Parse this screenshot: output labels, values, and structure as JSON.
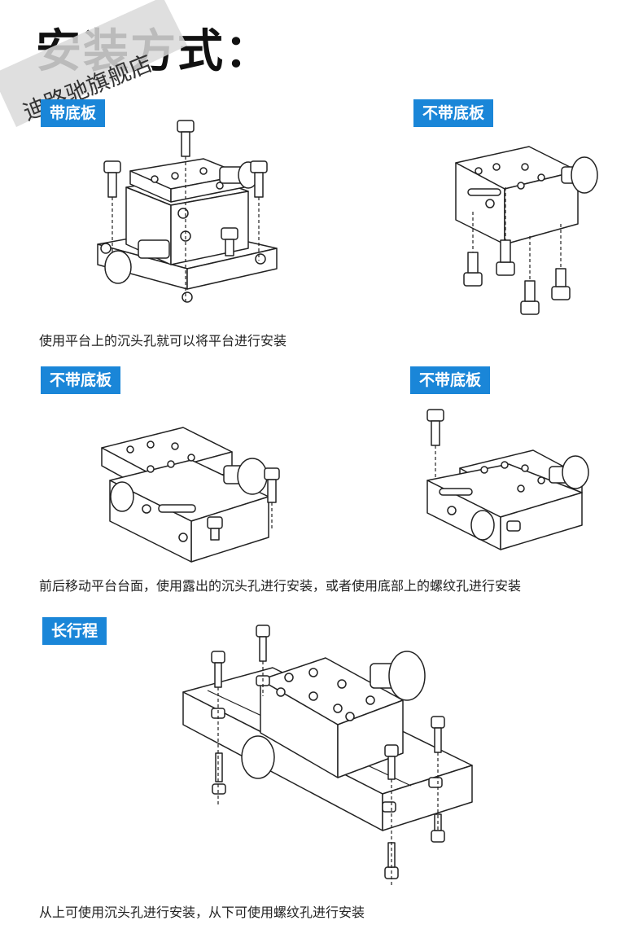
{
  "title": "安装方式：",
  "watermark": "迪路驰旗舰店",
  "sections": [
    {
      "badge": "带底板"
    },
    {
      "badge": "不带底板"
    },
    {
      "badge": "不带底板"
    },
    {
      "badge": "不带底板"
    },
    {
      "badge": "长行程"
    }
  ],
  "captions": {
    "c1": "使用平台上的沉头孔就可以将平台进行安装",
    "c2": "前后移动平台台面，使用露出的沉头孔进行安装，或者使用底部上的螺纹孔进行安装",
    "c3": "从上可使用沉头孔进行安装，从下可使用螺纹孔进行安装"
  },
  "colors": {
    "badge_bg": "#1a86d8",
    "badge_text": "#ffffff",
    "text": "#222222"
  },
  "icons": [
    "socket-head-screw-icon",
    "micrometer-knob-icon"
  ]
}
